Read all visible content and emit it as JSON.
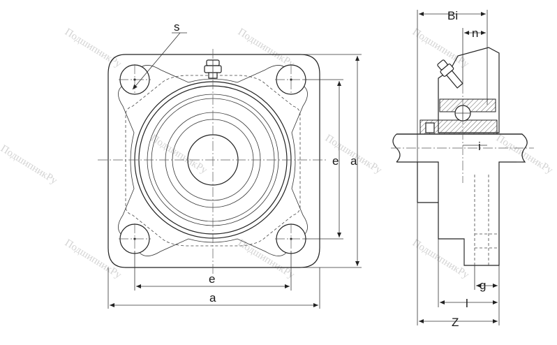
{
  "labels": {
    "s": "s",
    "e_horizontal": "e",
    "a_horizontal": "a",
    "e_vertical": "e",
    "a_vertical": "a",
    "Bi": "Bi",
    "n": "n",
    "i": "i",
    "g": "g",
    "l": "l",
    "Z": "Z"
  },
  "watermark": "ПодшипникРу",
  "colors": {
    "line": "#222222",
    "watermark": "#d4d4d4",
    "background": "#ffffff"
  }
}
